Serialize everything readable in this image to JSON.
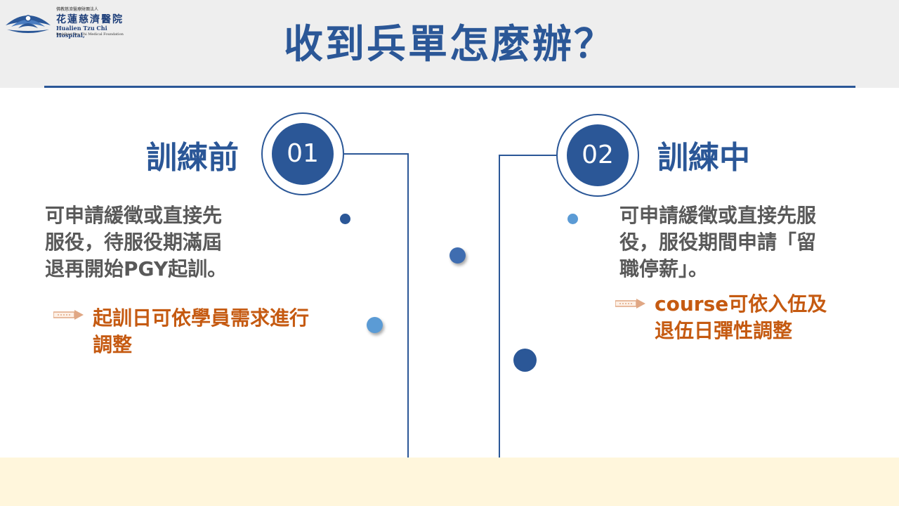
{
  "logo": {
    "line1": "佛教慈濟醫療財團法人",
    "line2": "花蓮慈濟醫院",
    "line3": "Hualien Tzu Chi Hospital,",
    "line4": "Buddhist Tzu Chi Medical Foundation",
    "icon": "tzu-chi-lotus-emblem"
  },
  "title": "收到兵單怎麼辦？",
  "sections": [
    {
      "number": "01",
      "heading": "訓練前",
      "body": [
        "可申請緩徵或直接先",
        "服役，待服役期滿屆",
        "退再開始PGY起訓。"
      ],
      "note": [
        "起訓日可依學員需求進行",
        "調整"
      ]
    },
    {
      "number": "02",
      "heading": "訓練中",
      "body": [
        "可申請緩徵或直接先服",
        "役，服役期間申請「留",
        "職停薪」。"
      ],
      "note": [
        "course可依入伍及",
        "退伍日彈性調整"
      ]
    }
  ],
  "icons": {
    "bullet": "double-arrow-icon"
  },
  "colors": {
    "primary": "#2b5797",
    "accent": "#c55a11",
    "body": "#595959",
    "dot_light": "#5b9bd5",
    "header_bg": "#eeeeee",
    "footer_bg": "#fff6dc",
    "arrow": "#e0a784"
  }
}
